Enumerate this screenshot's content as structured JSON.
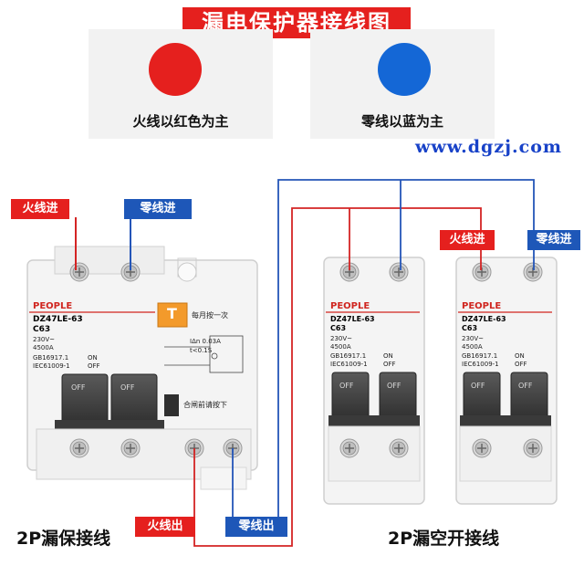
{
  "title": "漏电保护器接线图",
  "legend": {
    "live": {
      "text": "火线以红色为主",
      "color": "#e5201e"
    },
    "neutral": {
      "text": "零线以蓝为主",
      "color": "#1467d6"
    }
  },
  "website": "www.dgzj.com",
  "tags": {
    "live_in": "火线进",
    "neutral_in": "零线进",
    "live_out": "火线出",
    "neutral_out": "零线出"
  },
  "rcbo": {
    "brand": "PEOPLE",
    "model": "DZ47LE-63",
    "rating": "C63",
    "voltage": "230V~",
    "capacity": "4500A",
    "standard1": "GB16917.1",
    "standard2": "IEC61009-1",
    "test_button": "T",
    "test_note": "每月按一次",
    "reset_note": "合闸前请按下",
    "spec_line1": "IΔn 0.03A",
    "spec_line2": "t<0.1S",
    "on_label": "ON",
    "off_label": "OFF",
    "handle_label": "OFF"
  },
  "breaker": {
    "brand": "PEOPLE",
    "model": "DZ47LE-63",
    "rating": "C63",
    "voltage": "230V~",
    "capacity": "4500A",
    "standard1": "GB16917.1",
    "standard2": "IEC61009-1",
    "on_label": "ON",
    "off_label": "OFF",
    "handle_label": "OFF"
  },
  "captions": {
    "left": "2P漏保接线",
    "right": "2P漏空开接线"
  },
  "colors": {
    "live_wire": "#d42424",
    "neutral_wire": "#2455b8",
    "tag_red": "#e5201e",
    "tag_blue": "#1e57b8"
  }
}
